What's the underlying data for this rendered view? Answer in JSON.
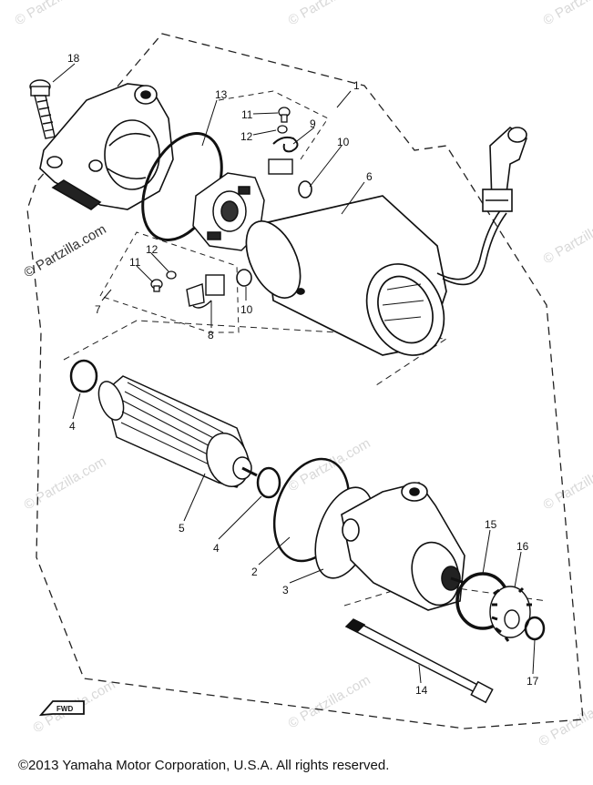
{
  "watermark": "© Partzilla.com",
  "copyright": "©2013  Yamaha Motor Corporation, U.S.A. All rights reserved.",
  "fwd_label": "FWD",
  "callouts": {
    "c1": "1",
    "c2": "2",
    "c3": "3",
    "c4a": "4",
    "c4b": "4",
    "c5": "5",
    "c6": "6",
    "c7": "7",
    "c8": "8",
    "c9": "9",
    "c10a": "10",
    "c10b": "10",
    "c11a": "11",
    "c11b": "11",
    "c12a": "12",
    "c12b": "12",
    "c13": "13",
    "c14": "14",
    "c15": "15",
    "c16": "16",
    "c17": "17",
    "c18": "18"
  }
}
